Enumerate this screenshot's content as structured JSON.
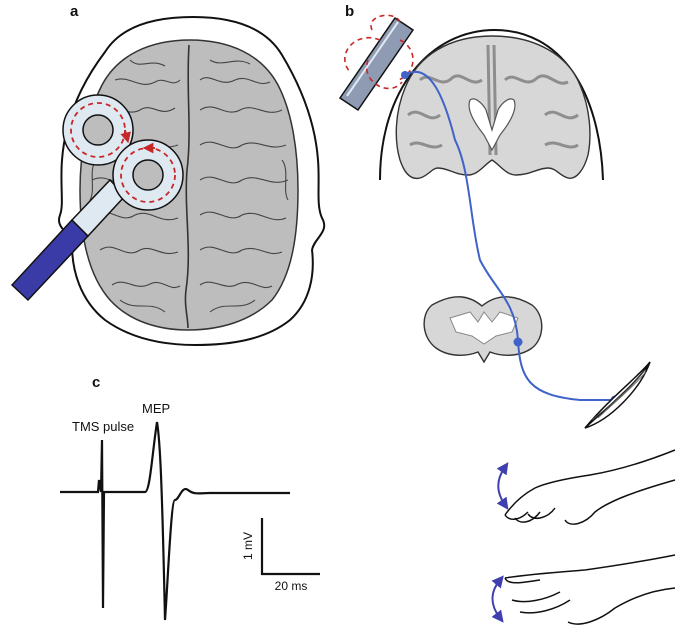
{
  "panels": {
    "a": {
      "label": "a"
    },
    "b": {
      "label": "b"
    },
    "c": {
      "label": "c"
    }
  },
  "annotations": {
    "tms_pulse": "TMS pulse",
    "mep": "MEP"
  },
  "scale_bar": {
    "voltage": "1 mV",
    "time": "20 ms"
  },
  "colors": {
    "brain_gray": "#bdbdbd",
    "coil_handle": "#3b3ba8",
    "coil_rim": "#dfe9f2",
    "field_lines": "#c62828",
    "nerve_pathway": "#3f63c9",
    "cortex_gray": "#b9b9b9"
  },
  "icons": [
    "tms-coil-icon",
    "muscle-icon",
    "hand-icon",
    "movement-arrow-icon"
  ]
}
